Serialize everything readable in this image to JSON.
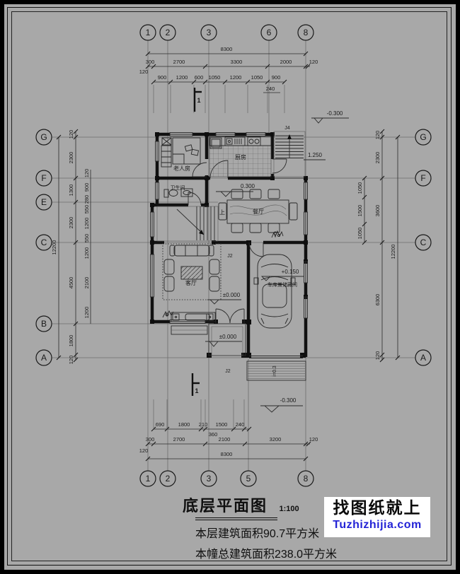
{
  "axes": {
    "top": [
      "1",
      "2",
      "3",
      "6",
      "8"
    ],
    "bottom": [
      "1",
      "2",
      "3",
      "5",
      "8"
    ],
    "left": [
      "G",
      "F",
      "E",
      "C",
      "B",
      "A"
    ],
    "right": [
      "G",
      "F",
      "C",
      "A"
    ]
  },
  "dims": {
    "top": {
      "total": "8300",
      "row2": [
        "300",
        "2700",
        "3300",
        "2000",
        "120"
      ],
      "row3": [
        "900",
        "1200",
        "600",
        "1050",
        "1200",
        "1050",
        "900"
      ],
      "small": "240",
      "edge": "120"
    },
    "bottom": {
      "row1": [
        "690",
        "1800",
        "210",
        "1500",
        "240"
      ],
      "small": "360",
      "row2": [
        "300",
        "2700",
        "2100",
        "3200",
        "120"
      ],
      "total": "8300",
      "edge": "120"
    },
    "left": {
      "total": "12200",
      "col": [
        "120",
        "2300",
        "1300",
        "2300",
        "4500",
        "1800",
        "120"
      ],
      "inner": [
        "120",
        "900",
        "280",
        "550",
        "1200",
        "550",
        "1200",
        "2100",
        "1200"
      ]
    },
    "right": {
      "total": "12200",
      "col": [
        "120",
        "2300",
        "3600",
        "6300",
        "120"
      ],
      "inner": [
        "1050",
        "1500",
        "1050"
      ]
    }
  },
  "levels": {
    "back": "-0.300",
    "dining": "0.300",
    "landing": "1.250",
    "porch": "±0.000",
    "living": "±0.000",
    "garage": "+0.150",
    "ramp": "-0.300",
    "slope": "i=0.3"
  },
  "rooms": {
    "elder": "老人房",
    "kitchen": "厨房",
    "bath": "卫生间",
    "dining": "餐厅",
    "living": "客厅",
    "garage": "车库兼储藏间",
    "up": "上"
  },
  "marks": {
    "section": "1",
    "j2": "J2",
    "j4": "J4"
  },
  "title": {
    "name": "底层平面图",
    "scale": "1:100",
    "area_floor": "本层建筑面积90.7平方米",
    "area_total": "本幢总建筑面积238.0平方米"
  },
  "watermark": {
    "line1": "找图纸就上",
    "line2": "Tuzhizhijia.com"
  }
}
